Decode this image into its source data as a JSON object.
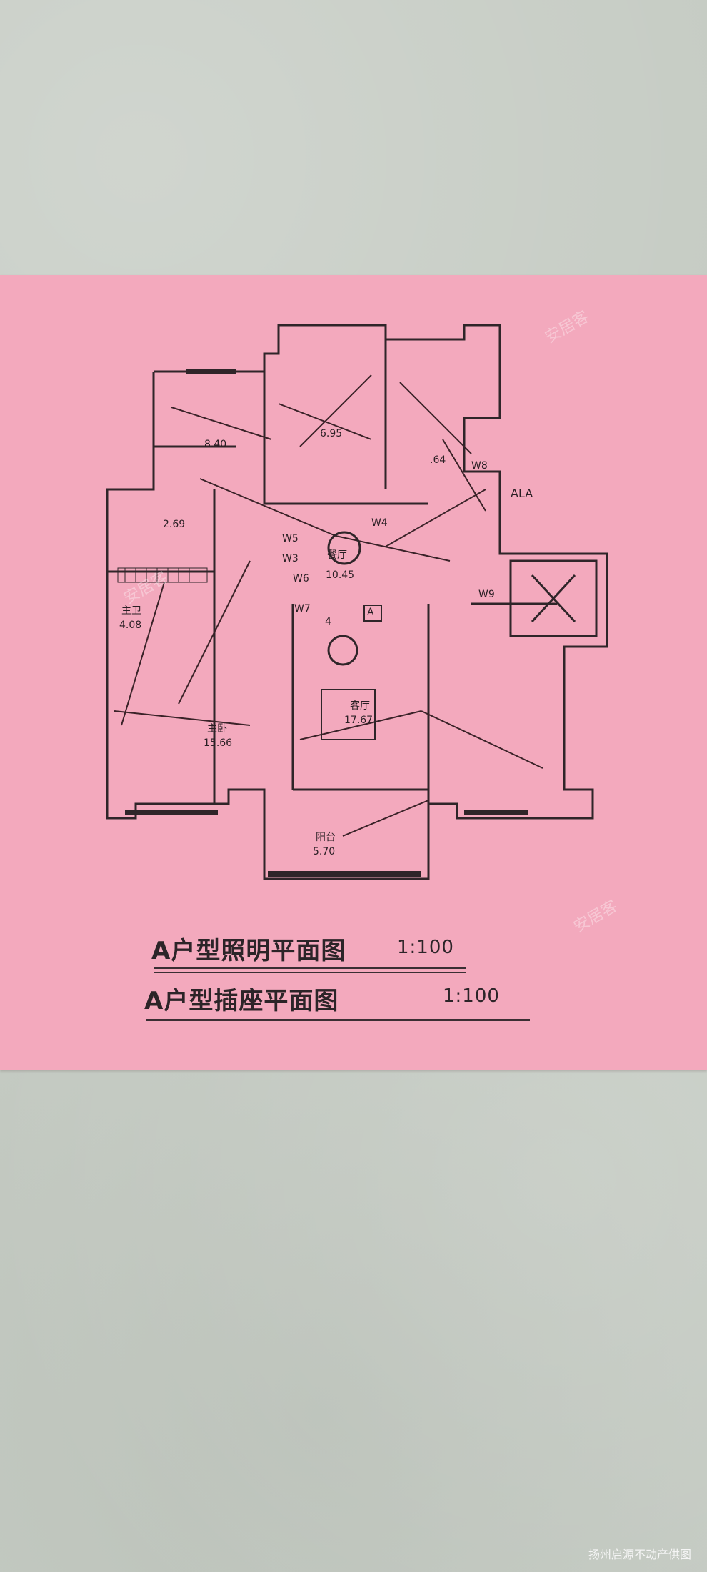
{
  "titles": {
    "lighting_plan": "A户型照明平面图",
    "lighting_scale": "1:100",
    "socket_plan": "A户型插座平面图",
    "socket_scale": "1:100"
  },
  "rooms": {
    "bedroom_1": {
      "area": "8.40"
    },
    "kitchen": {
      "area": "6.95"
    },
    "bath_1": {
      "area": "2.69"
    },
    "dining": {
      "label": "餐厅",
      "area": "10.45"
    },
    "master_bath": {
      "label": "主卫",
      "area": "4.08"
    },
    "master_bedroom": {
      "label": "主卧",
      "area": "15.66"
    },
    "living": {
      "label": "客厅",
      "area": "17.67"
    },
    "balcony": {
      "label": "阳台",
      "area": "5.70"
    },
    "other_room": {
      "area": ".64"
    }
  },
  "window_tags": [
    "W5",
    "W4",
    "W3",
    "W6",
    "W7",
    "W8",
    "W9"
  ],
  "marks": {
    "ala": "ALA",
    "section_a": "A",
    "num_4": "4"
  },
  "watermark": "安居客",
  "credit": "扬州启源不动产供图"
}
